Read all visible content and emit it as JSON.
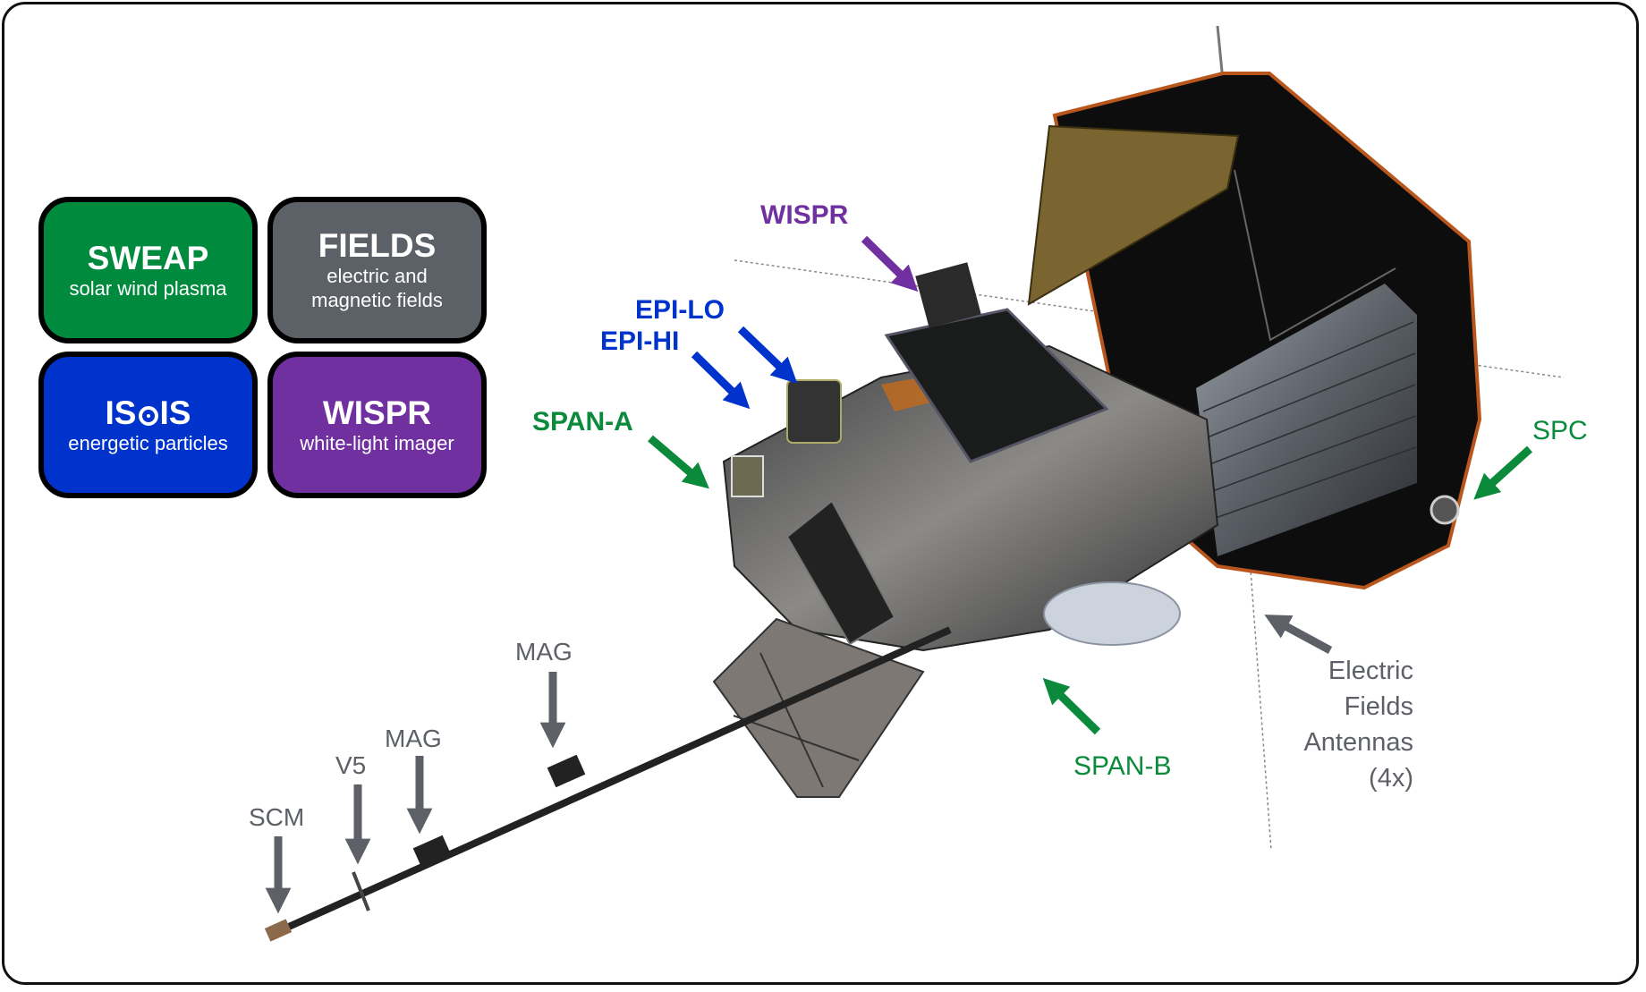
{
  "legend": {
    "sweap": {
      "title": "SWEAP",
      "subtitle": "solar wind plasma",
      "color": "#008a3e"
    },
    "fields": {
      "title": "FIELDS",
      "subtitle_line1": "electric and",
      "subtitle_line2": "magnetic fields",
      "color": "#5c6067"
    },
    "isois": {
      "title_a": "IS",
      "title_b": "IS",
      "subtitle": "energetic particles",
      "color": "#0033cc"
    },
    "wispr": {
      "title": "WISPR",
      "subtitle": "white-light imager",
      "color": "#7030a0"
    }
  },
  "labels": {
    "wispr": "WISPR",
    "epi_lo": "EPI-LO",
    "epi_hi": "EPI-HI",
    "span_a": "SPAN-A",
    "spc": "SPC",
    "span_b": "SPAN-B",
    "efa_line1": "Electric",
    "efa_line2": "Fields",
    "efa_line3": "Antennas",
    "efa_line4": "(4x)",
    "mag_outer": "MAG",
    "mag_inner": "MAG",
    "v5": "V5",
    "scm": "SCM"
  }
}
